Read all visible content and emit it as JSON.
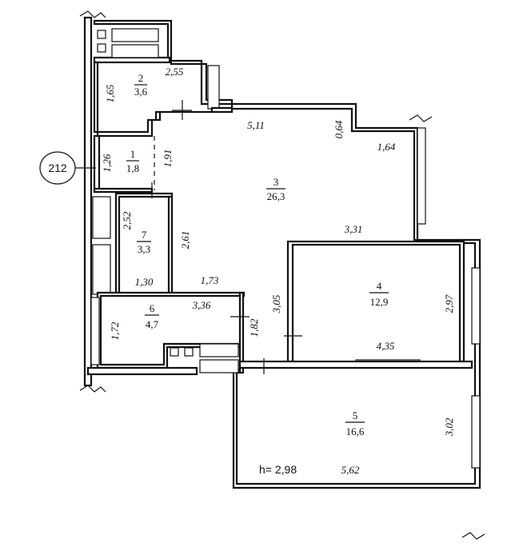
{
  "plan": {
    "apartment_number": "212",
    "ceiling_height": "h= 2,98",
    "rooms": [
      {
        "number": "1",
        "area": "1,8"
      },
      {
        "number": "2",
        "area": "3,6"
      },
      {
        "number": "3",
        "area": "26,3"
      },
      {
        "number": "4",
        "area": "12,9"
      },
      {
        "number": "5",
        "area": "16,6"
      },
      {
        "number": "6",
        "area": "4,7"
      },
      {
        "number": "7",
        "area": "3,3"
      }
    ],
    "dimensions": {
      "d1_65": "1,65",
      "d2_55": "2,55",
      "d5_11": "5,11",
      "d0_64": "0,64",
      "d1_64": "1,64",
      "d1_26": "1,26",
      "d1_91": "1,91",
      "d2_52": "2,52",
      "d2_61": "2,61",
      "d1_30": "1,30",
      "d1_73": "1,73",
      "d3_31": "3,31",
      "d2_97": "2,97",
      "d3_05": "3,05",
      "d4_35": "4,35",
      "d1_72": "1,72",
      "d3_36": "3,36",
      "d1_82": "1,82",
      "d3_02": "3,02",
      "d5_62": "5,62"
    }
  }
}
